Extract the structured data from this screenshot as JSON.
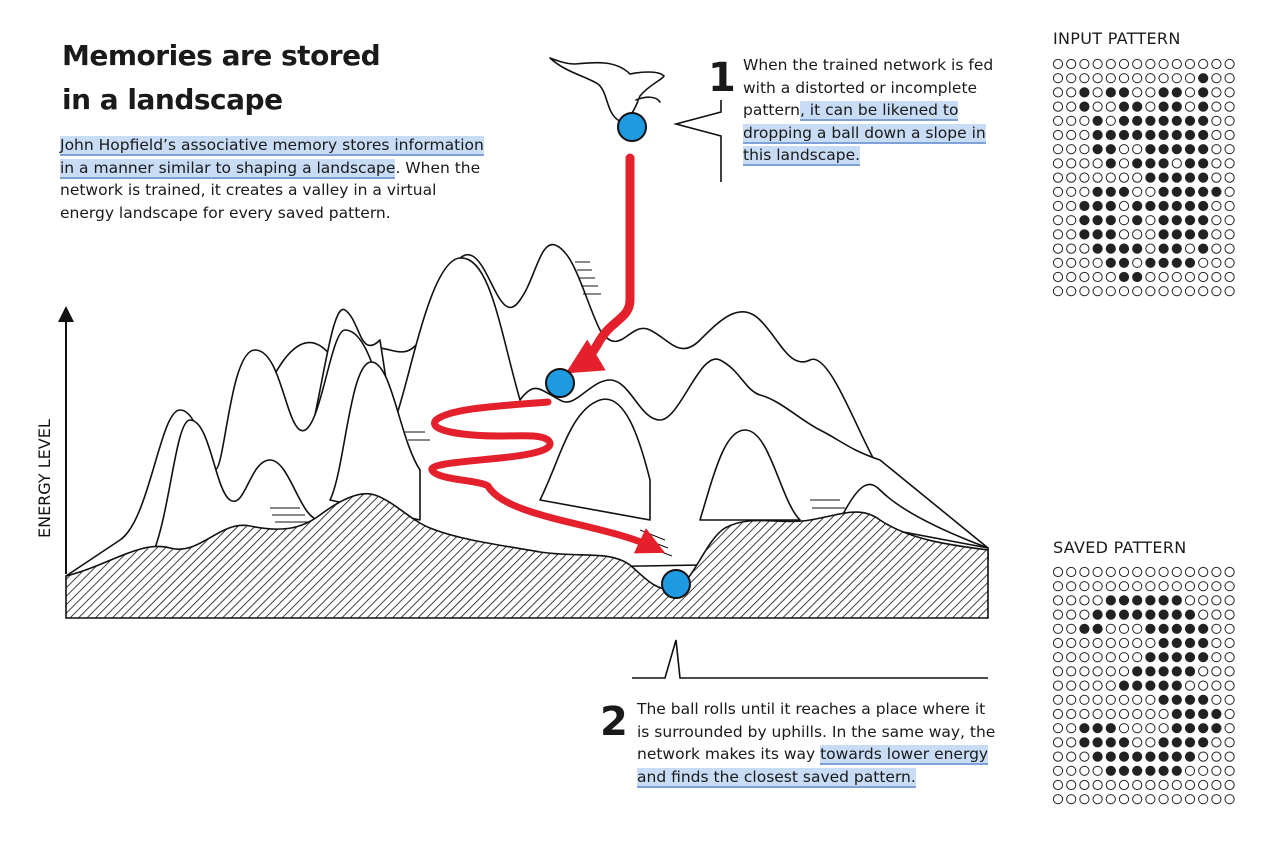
{
  "title": {
    "line1": "Memories are stored",
    "line2": "in a landscape"
  },
  "intro": {
    "highlighted": "John Hopfield’s associative memory stores information in a manner similar to shaping a landscape",
    "rest": ". When the network is trained, it creates a valley in a virtual energy landscape for every saved pattern."
  },
  "axis": {
    "ylabel": "ENERGY LEVEL"
  },
  "step1": {
    "number": "1",
    "plain": "When the trained network is fed with a distorted or incomplete pattern",
    "highlighted": ", it can be likened to dropping a ball down a slope in this landscape."
  },
  "step2": {
    "number": "2",
    "plain": "The ball rolls until it reaches a place where it is surrounded by uphills. In the same way, the network makes its way ",
    "highlighted": "towards lower energy and finds the closest saved pattern."
  },
  "patterns": {
    "input_label": "INPUT PATTERN",
    "saved_label": "SAVED PATTERN",
    "input_rows": [
      "00000000000000",
      "00000000000100",
      "00101100110100",
      "00100110110100",
      "00010111111100",
      "00011111111100",
      "00011001111100",
      "00001011101100",
      "00000001111100",
      "00011100111110",
      "00111011111100",
      "00111010111100",
      "00111000111100",
      "00011110110100",
      "00001101111000",
      "00000110000000",
      "00000000000000"
    ],
    "saved_rows": [
      "00000000000000",
      "00000000000000",
      "00001111110000",
      "00011111111000",
      "00110001111100",
      "00000000111100",
      "00000001111100",
      "00000011111000",
      "00000111110000",
      "00000000111100",
      "00000000011110",
      "00111000011110",
      "00111100111100",
      "00011111111000",
      "00001111110000",
      "00000000000000",
      "00000000000000"
    ]
  },
  "colors": {
    "arrow": "#e3202b",
    "ball": "#1e9be0",
    "highlight": "#c9dcf6"
  }
}
